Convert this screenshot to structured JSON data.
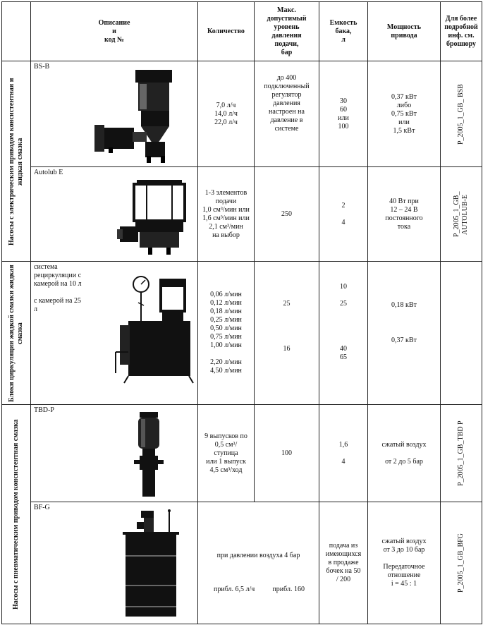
{
  "headers": {
    "description": [
      "Описание",
      "и",
      "код №"
    ],
    "quantity": "Количество",
    "pressure": [
      "Макс.",
      "допустимый",
      "уровень",
      "давления",
      "подачи,",
      "бар"
    ],
    "tank": [
      "Емкость",
      "бака,",
      "л"
    ],
    "power": [
      "Мощность",
      "привода"
    ],
    "info": [
      "Для более",
      "подробной",
      "инф. см.",
      "брошюру"
    ]
  },
  "groups": {
    "electric": "Насосы с электрическим приводом консистентная и жидкая смазка",
    "circulation": "Блоки циркуляции жидкой смазки жидкая смазка",
    "pneumatic": "Насосы с пневматическим приводом консистентная смазка"
  },
  "rows": {
    "bsb": {
      "name": "BS-B",
      "quantity": [
        "7,0 л/ч",
        "14,0 л/ч",
        "22,0 л/ч"
      ],
      "pressure": [
        "до 400",
        "подключенный",
        "регулятор",
        "давления",
        "настроен на",
        "давление в",
        "системе"
      ],
      "tank": [
        "30",
        "60",
        "или",
        "100"
      ],
      "power": [
        "0,37 кВт",
        "либо",
        "0,75 кВт",
        "или",
        "1,5 кВт"
      ],
      "code": "P_2005_1_GB_ BSB"
    },
    "autolub": {
      "name": "Autolub E",
      "quantity": [
        "1-3 элементов",
        "подачи",
        "1,0 см³/мин или",
        "1,6 см³/мин или",
        "2,1 см³/мин",
        "на выбор"
      ],
      "pressure": "250",
      "tank": [
        "2",
        "4"
      ],
      "power": [
        "40 Вт при",
        "12 – 24 В",
        "постоянного",
        "тока"
      ],
      "code": "P_2005_1_GB_ AUTOLUB-E"
    },
    "recirc": {
      "name1": [
        "система",
        "рециркуляции с",
        "камерой на 10 л"
      ],
      "name2": [
        "с камерой на 25",
        "л"
      ],
      "quantity1": [
        "0,06 л/мин",
        "0,12 л/мин",
        "0,18 л/мин",
        "0,25 л/мин",
        "0,50 л/мин",
        "0,75 л/мин",
        "1,00 л/мин"
      ],
      "quantity2": [
        "2,20 л/мин",
        "4,50 л/мин"
      ],
      "pressure1": "25",
      "pressure2": "16",
      "tank1": [
        "10",
        "25"
      ],
      "tank2": [
        "40",
        "65"
      ],
      "power1": "0,18 кВт",
      "power2": "0,37 кВт"
    },
    "tbdp": {
      "name": "TBD-P",
      "quantity": [
        "9 выпусков по",
        "0,5 см³/",
        "ступица",
        "или 1 выпуск",
        "4,5 см³/ход"
      ],
      "pressure": "100",
      "tank": [
        "1,6",
        "4"
      ],
      "power": [
        "сжатый воздух",
        "от 2 до 5 бар"
      ],
      "code": "P_2005_1_GB_TBD P"
    },
    "bfg": {
      "name": "BF-G",
      "merged": "при давлении воздуха 4 бар",
      "quantity": "прибл. 6,5 л/ч",
      "pressure": "прибл. 160",
      "tank": [
        "подача из",
        "имеющихся",
        "в продаже",
        "бочек на 50",
        "/ 200"
      ],
      "power": [
        "сжатый воздух",
        "от 3 до 10 бар",
        "Передаточное",
        "отношение",
        "i = 45 : 1"
      ],
      "code": "P_2005_1_GB_BFG"
    }
  }
}
